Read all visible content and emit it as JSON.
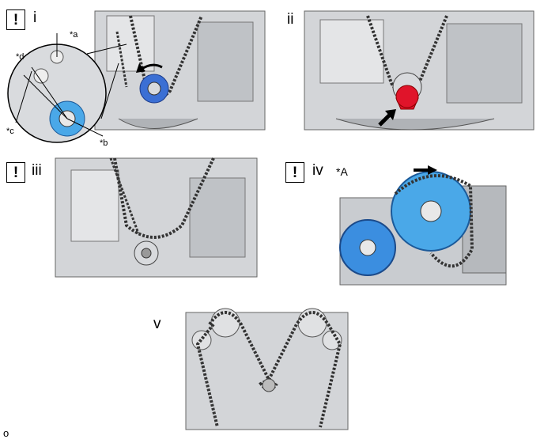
{
  "steps": [
    {
      "num": "i",
      "warning": true,
      "callouts": {
        "a": "*a",
        "b": "*b",
        "c": "*c",
        "d": "*d"
      }
    },
    {
      "num": "ii",
      "warning": false
    },
    {
      "num": "iii",
      "warning": true
    },
    {
      "num": "iv",
      "warning": true,
      "callouts": {
        "A": "*A"
      }
    },
    {
      "num": "v",
      "warning": false
    }
  ],
  "warning_symbol": "!",
  "footer": "o",
  "colors": {
    "sprocket_blue": "#3b6fd4",
    "gear_cyan": "#4aa8e8",
    "bolt_red": "#e0142a",
    "engine_grey": "#c9ccd0"
  }
}
